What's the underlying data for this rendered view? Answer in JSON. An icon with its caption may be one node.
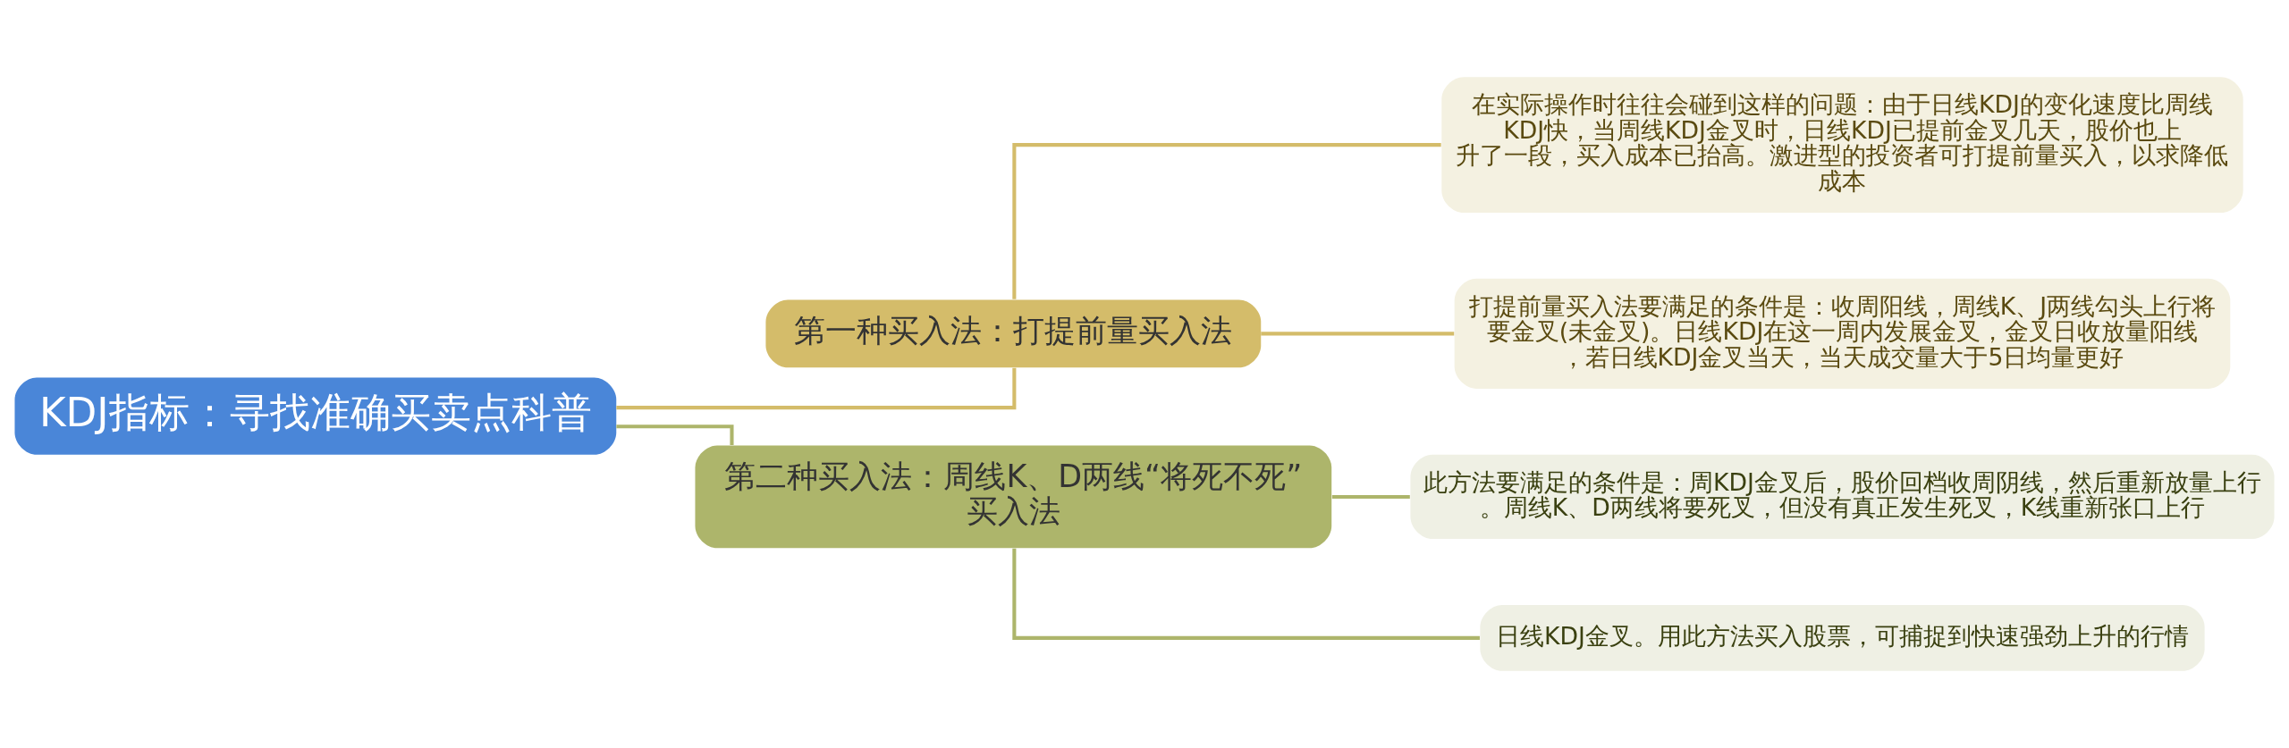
{
  "diagram": {
    "nodes": [
      {
        "text": [
          "KDJ指标：寻找准确买卖点科普"
        ]
      },
      {
        "text": [
          "第一种买入法：打提前量买入法"
        ]
      },
      {
        "text": [
          "在实际操作时往往会碰到这样的问题：由于日线KDJ的变化速度比周线KDJ快，当周线KDJ金叉时，日线KDJ已提前金叉几天，股价也上升了一段，买入成本已抬高。激进型的投资者可打提前量买入，以求降低成本"
        ]
      },
      {
        "text": [
          "打提前量买入法要满足的条件是：收周阳线，周线K、J两线勾头上行将要金叉(未金叉)。日线KDJ在这一周内发展金叉，金叉日收放量阳线，若日线KDJ金叉当天，当天成交量大于5日均量更好"
        ]
      },
      {
        "text": [
          "第二种买入法：周线K、D两线“将死不死”买入法"
        ]
      },
      {
        "text": [
          "此方法要满足的条件是：周KDJ金叉后，股价回档收周阴线，然后重新放量上行。周线K、D两线将要死叉，但没有真正发生死叉，K线重新张口上行"
        ]
      },
      {
        "text": [
          "日线KDJ金叉。用此方法买入股票，可捕捉到快速强劲上升的行情"
        ]
      }
    ],
    "edges": [
      {
        "from": 0,
        "to": 1,
        "arrow": "none",
        "color": "#d4bc6a"
      },
      {
        "from": 1,
        "to": 2,
        "arrow": "none",
        "color": "#d4bc6a"
      },
      {
        "from": 1,
        "to": 3,
        "arrow": "none",
        "color": "#d4bc6a"
      },
      {
        "from": 0,
        "to": 4,
        "arrow": "none",
        "color": "#adb56b"
      },
      {
        "from": 4,
        "to": 5,
        "arrow": "none",
        "color": "#adb56b"
      },
      {
        "from": 4,
        "to": 6,
        "arrow": "none",
        "color": "#adb56b"
      }
    ]
  }
}
